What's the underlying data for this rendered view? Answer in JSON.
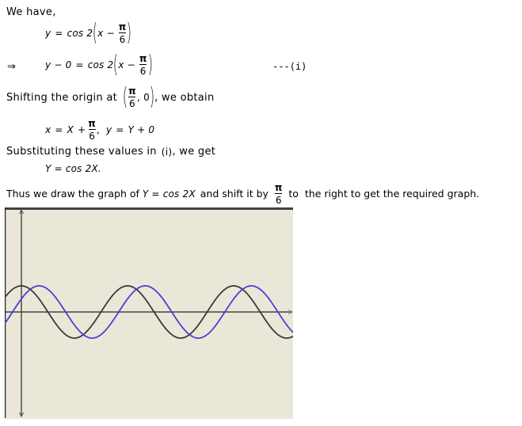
{
  "solution": {
    "intro": "We have,",
    "eq1": {
      "lhs": "y",
      "eq": "=",
      "rhs_func": "cos 2",
      "inner_var": "x",
      "minus": "−",
      "frac_num": "π",
      "frac_den": "6"
    },
    "eq2": {
      "implies": "⇒",
      "lhs": "y − 0",
      "eq": "=",
      "rhs_func": "cos 2",
      "inner_var": "x",
      "minus": "−",
      "frac_num": "π",
      "frac_den": "6",
      "label": "---(i)"
    },
    "shift_text_before": "Shifting the origin at",
    "shift_point": {
      "frac_num": "π",
      "frac_den": "6",
      "second": ", 0"
    },
    "shift_text_after": ", we obtain",
    "subs": {
      "x_lhs": "x",
      "eq": "=",
      "X": "X",
      "plus": "+",
      "frac_num": "π",
      "frac_den": "6",
      "sep": ",",
      "y_lhs": "y",
      "y_rhs": "Y + 0"
    },
    "substituting_before": "Substituting these values in",
    "substituting_ref": "(i)",
    "substituting_after": ", we get",
    "result_eq": "Y = cos 2X.",
    "conclusion_before": "Thus we draw the graph of",
    "conclusion_eq": "Y = cos 2X",
    "conclusion_mid": "and shift it by",
    "conclusion_frac_num": "π",
    "conclusion_frac_den": "6",
    "conclusion_after": "to  the right to get the required graph."
  },
  "chart_data": {
    "type": "line",
    "title": "",
    "xlabel": "",
    "ylabel": "",
    "grid": false,
    "background": "#ebe7d8",
    "series": [
      {
        "name": "Y = cos 2X",
        "color": "#3a3a36",
        "function": "cos(2x)",
        "amplitude": 1,
        "period": 3.1416,
        "phase_shift": 0
      },
      {
        "name": "y = cos 2(x − π/6)",
        "color": "#4a3fd6",
        "function": "cos(2(x - pi/6))",
        "amplitude": 1,
        "period": 3.1416,
        "phase_shift": 0.5236
      }
    ],
    "x_range": [
      -0.6,
      9.0
    ],
    "y_range": [
      -3.8,
      4.1
    ],
    "axes": {
      "x_axis_arrow": true,
      "y_axis_arrow_both": true
    }
  }
}
